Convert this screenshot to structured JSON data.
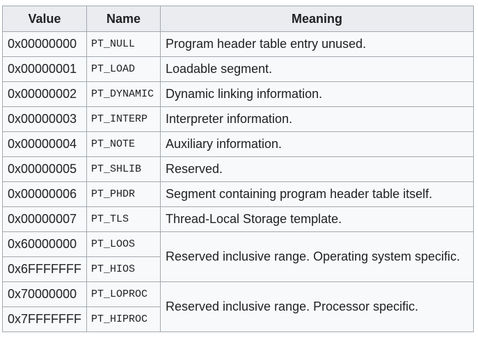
{
  "table": {
    "headers": {
      "value": "Value",
      "name": "Name",
      "meaning": "Meaning"
    },
    "rows": [
      {
        "value": "0x00000000",
        "name": "PT_NULL",
        "meaning": "Program header table entry unused."
      },
      {
        "value": "0x00000001",
        "name": "PT_LOAD",
        "meaning": "Loadable segment."
      },
      {
        "value": "0x00000002",
        "name": "PT_DYNAMIC",
        "meaning": "Dynamic linking information."
      },
      {
        "value": "0x00000003",
        "name": "PT_INTERP",
        "meaning": "Interpreter information."
      },
      {
        "value": "0x00000004",
        "name": "PT_NOTE",
        "meaning": "Auxiliary information."
      },
      {
        "value": "0x00000005",
        "name": "PT_SHLIB",
        "meaning": "Reserved."
      },
      {
        "value": "0x00000006",
        "name": "PT_PHDR",
        "meaning": "Segment containing program header table itself."
      },
      {
        "value": "0x00000007",
        "name": "PT_TLS",
        "meaning": "Thread-Local Storage template."
      },
      {
        "value": "0x60000000",
        "name": "PT_LOOS",
        "meaning": "Reserved inclusive range. Operating system specific."
      },
      {
        "value": "0x6FFFFFFF",
        "name": "PT_HIOS"
      },
      {
        "value": "0x70000000",
        "name": "PT_LOPROC",
        "meaning": "Reserved inclusive range. Processor specific."
      },
      {
        "value": "0x7FFFFFFF",
        "name": "PT_HIPROC"
      }
    ]
  }
}
